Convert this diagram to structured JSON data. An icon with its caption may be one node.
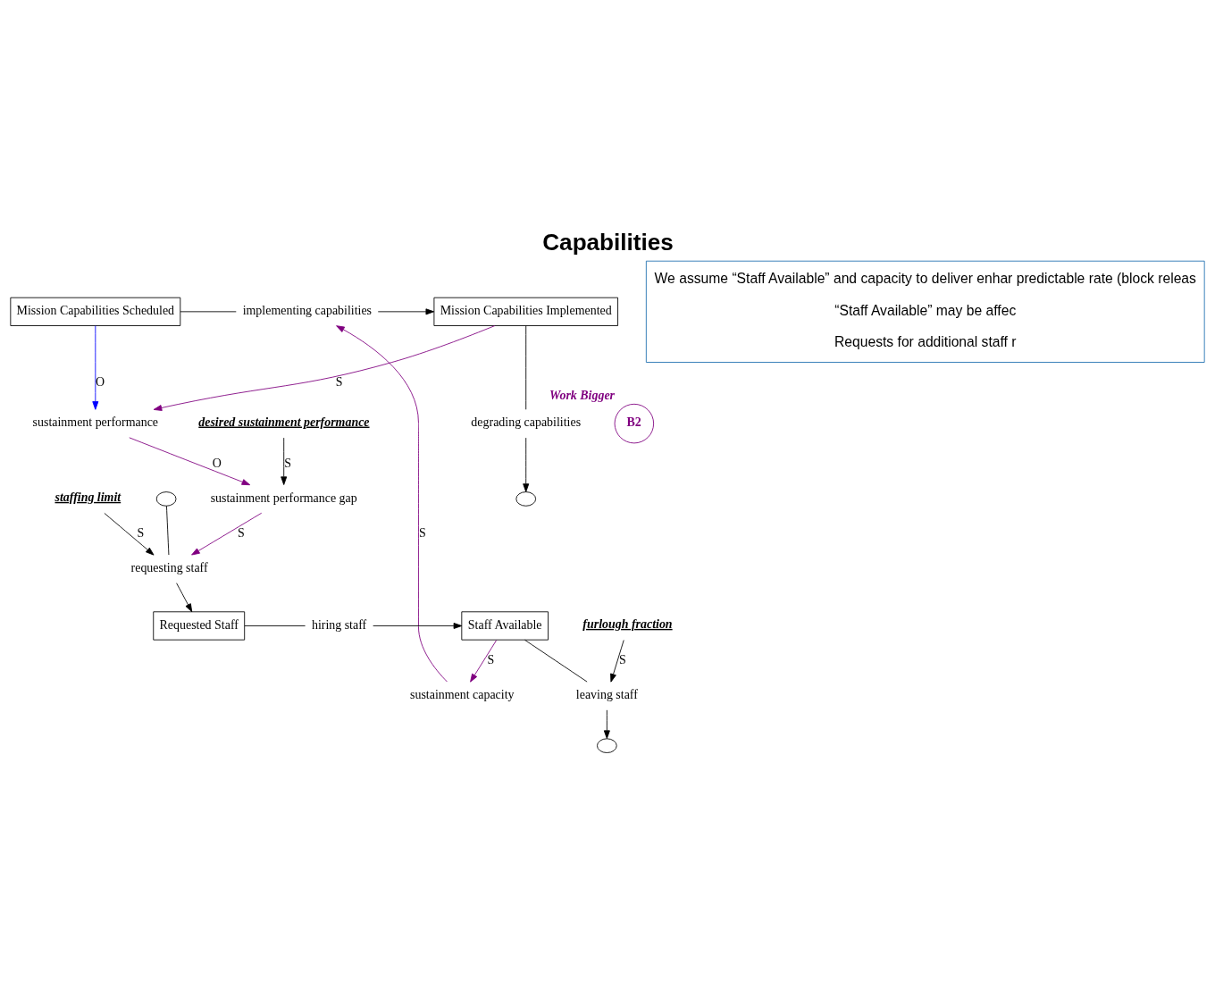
{
  "diagram": {
    "title": "Capabilities",
    "nodes": [
      {
        "text": [
          "Mission Capabilities Scheduled"
        ]
      },
      {
        "text": [
          "implementing capabilities"
        ]
      },
      {
        "text": [
          "Mission Capabilities Implemented"
        ]
      },
      {
        "text": [
          "degrading capabilities"
        ]
      },
      {
        "text": [],
        "shape": "cloud"
      },
      {
        "text": [
          "sustainment capacity"
        ]
      },
      {
        "text": [
          "furlough fraction"
        ]
      },
      {
        "text": [],
        "shape": "cloud"
      },
      {
        "text": [
          "leaving staff"
        ]
      },
      {
        "text": [
          "Requested Staff"
        ]
      },
      {
        "text": [
          "hiring staff"
        ]
      },
      {
        "text": [
          "Staff Available"
        ]
      },
      {
        "text": [
          "staffing limit"
        ]
      },
      {
        "text": [
          "requesting staff"
        ]
      },
      {
        "text": [],
        "shape": "cloud"
      },
      {
        "text": [
          "B2"
        ],
        "beside": [
          "Work Bigger"
        ]
      },
      {
        "text": [
          "sustainment performance"
        ]
      },
      {
        "text": [
          "sustainment performance gap"
        ]
      },
      {
        "text": [
          "desired sustainment performance"
        ]
      },
      {
        "text": [
          "We assume “Staff Available” and capacity to deliver enhar predictable rate (block releas",
          "“Staff Available” may be affec",
          "Requests for additional staff r"
        ]
      }
    ],
    "edges": [
      {
        "from": 0,
        "to": 1,
        "arrow": "none"
      },
      {
        "from": 1,
        "to": 2,
        "arrow": "to"
      },
      {
        "from": 2,
        "to": 3,
        "arrow": "none"
      },
      {
        "from": 3,
        "to": 4,
        "arrow": "to"
      },
      {
        "from": 5,
        "to": 1,
        "arrow": "to",
        "label": "S",
        "color": "#800080"
      },
      {
        "from": 11,
        "to": 5,
        "arrow": "to",
        "label": "S",
        "color": "#800080"
      },
      {
        "from": 6,
        "to": 8,
        "arrow": "to",
        "label": "S"
      },
      {
        "from": 11,
        "to": 8,
        "arrow": "none"
      },
      {
        "from": 8,
        "to": 7,
        "arrow": "to"
      },
      {
        "from": 9,
        "to": 10,
        "arrow": "none"
      },
      {
        "from": 10,
        "to": 11,
        "arrow": "to"
      },
      {
        "from": 14,
        "to": 13,
        "arrow": "none"
      },
      {
        "from": 13,
        "to": 9,
        "arrow": "to"
      },
      {
        "from": 12,
        "to": 13,
        "arrow": "to",
        "label": "S"
      },
      {
        "from": 0,
        "to": 16,
        "arrow": "to",
        "label": "O",
        "color": "#0000ff"
      },
      {
        "from": 2,
        "to": 16,
        "arrow": "to",
        "label": "S",
        "color": "#800080"
      },
      {
        "from": 16,
        "to": 17,
        "arrow": "to",
        "label": "O",
        "color": "#800080"
      },
      {
        "from": 18,
        "to": 17,
        "arrow": "to",
        "label": "S"
      },
      {
        "from": 17,
        "to": 13,
        "arrow": "to",
        "label": "S",
        "color": "#800080"
      }
    ]
  }
}
